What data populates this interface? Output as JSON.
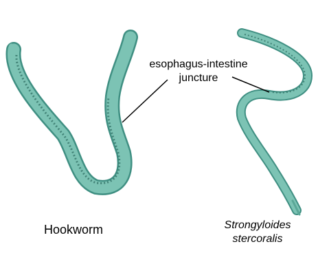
{
  "annotation": {
    "line1": "esophagus-intestine",
    "line2": "juncture"
  },
  "labels": {
    "hookworm": "Hookworm",
    "strongyloides_line1": "Strongyloides",
    "strongyloides_line2": "stercoralis"
  },
  "colors": {
    "body_fill": "#7cc3b4",
    "body_edge": "#3f8f82",
    "gut_texture": "#2f6e63",
    "leader_line": "#000000"
  }
}
